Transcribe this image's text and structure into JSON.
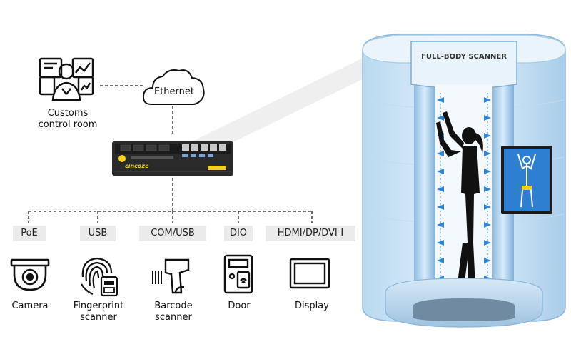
{
  "top": {
    "control_room_label_line1": "Customs",
    "control_room_label_line2": "control room",
    "network_label": "Ethernet"
  },
  "computer": {
    "brand": "cincoze"
  },
  "ports": [
    {
      "label": "PoE"
    },
    {
      "label": "USB"
    },
    {
      "label": "COM/USB"
    },
    {
      "label": "DIO"
    },
    {
      "label": "HDMI/DP/DVI-I"
    }
  ],
  "devices": [
    {
      "line1": "Camera",
      "line2": "",
      "icon": "camera-icon"
    },
    {
      "line1": "Fingerprint",
      "line2": "scanner",
      "icon": "fingerprint-scanner-icon"
    },
    {
      "line1": "Barcode",
      "line2": "scanner",
      "icon": "barcode-scanner-icon"
    },
    {
      "line1": "Door",
      "line2": "",
      "icon": "door-icon"
    },
    {
      "line1": "Display",
      "line2": "",
      "icon": "display-icon"
    }
  ],
  "scanner": {
    "title": "FULL-BODY SCANNER"
  },
  "colors": {
    "line": "#222222",
    "tag_bg": "#ebebeb",
    "scanner_glass": "#cfe6f7",
    "scanner_frame": "#9cc6e6",
    "arrow": "#2f86d6",
    "screen_bg": "#2d7fd1"
  }
}
